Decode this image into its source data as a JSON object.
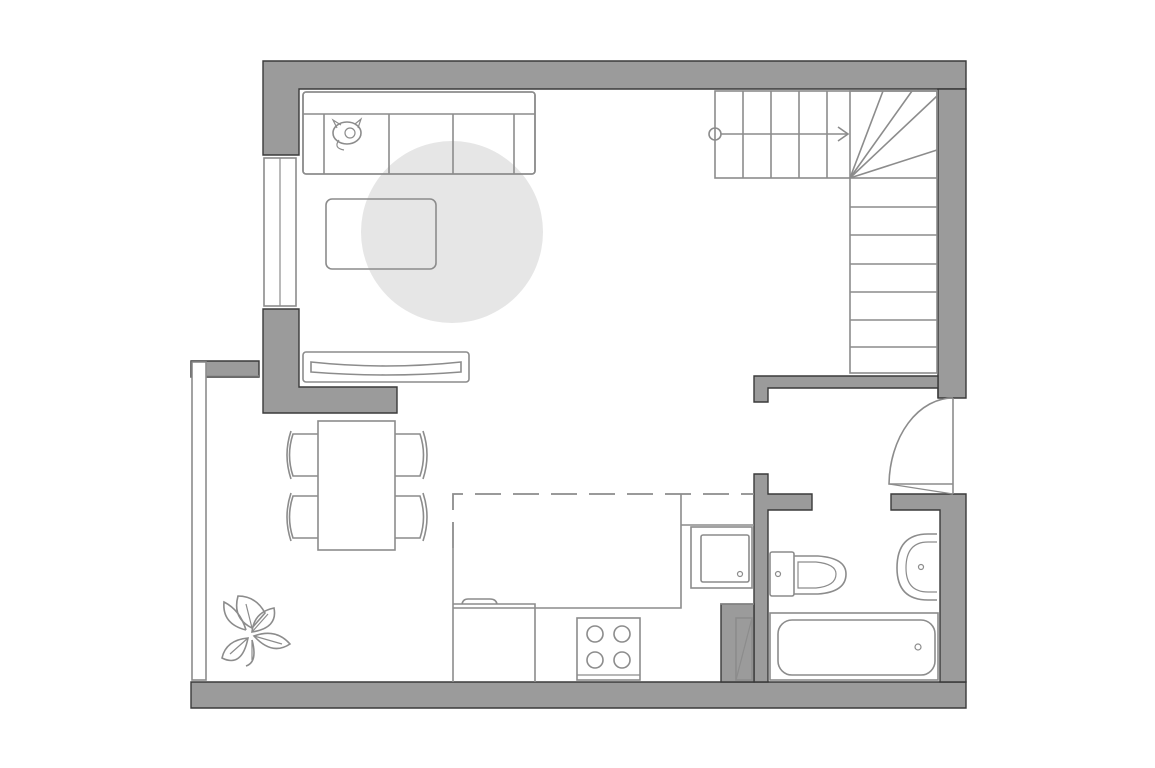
{
  "plan": {
    "type": "apartment-floor-plan",
    "colors": {
      "wall_fill": "#9b9b9b",
      "wall_stroke": "#3a3a3a",
      "furniture_stroke": "#8c8c8c",
      "rug": "#e6e6e6",
      "background": "#ffffff"
    },
    "rooms": [
      "living-room",
      "dining-area",
      "kitchen",
      "hallway",
      "bathroom",
      "balcony",
      "staircase"
    ],
    "furniture": [
      "sofa",
      "cat",
      "rug",
      "coffee-table",
      "tv-console",
      "dining-table",
      "dining-chairs",
      "kitchen-counter",
      "fridge",
      "stove",
      "sink",
      "toilet",
      "washbasin",
      "bathtub",
      "plant",
      "stairs"
    ]
  }
}
